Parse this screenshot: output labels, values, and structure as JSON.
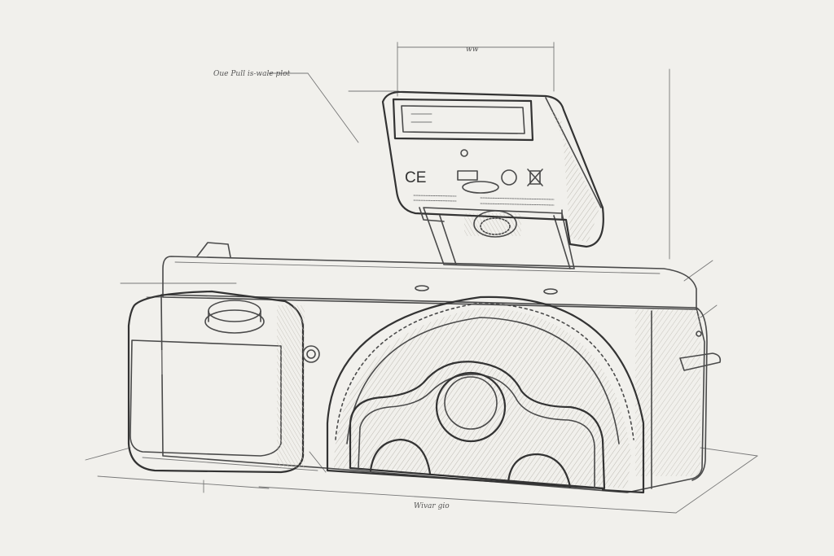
{
  "colors": {
    "paper": "#f1f0ec",
    "ink": "#4a4a4a",
    "shade": "#cfcdc6"
  },
  "annotations": {
    "top_dimension": "ww",
    "side_callout": "Oue Pull is-wale plot",
    "bottom_dimension": "Wivar gio"
  },
  "icons": {
    "ce_mark": "ce-mark-icon",
    "disposal_mark": "crossed-bin-icon"
  }
}
